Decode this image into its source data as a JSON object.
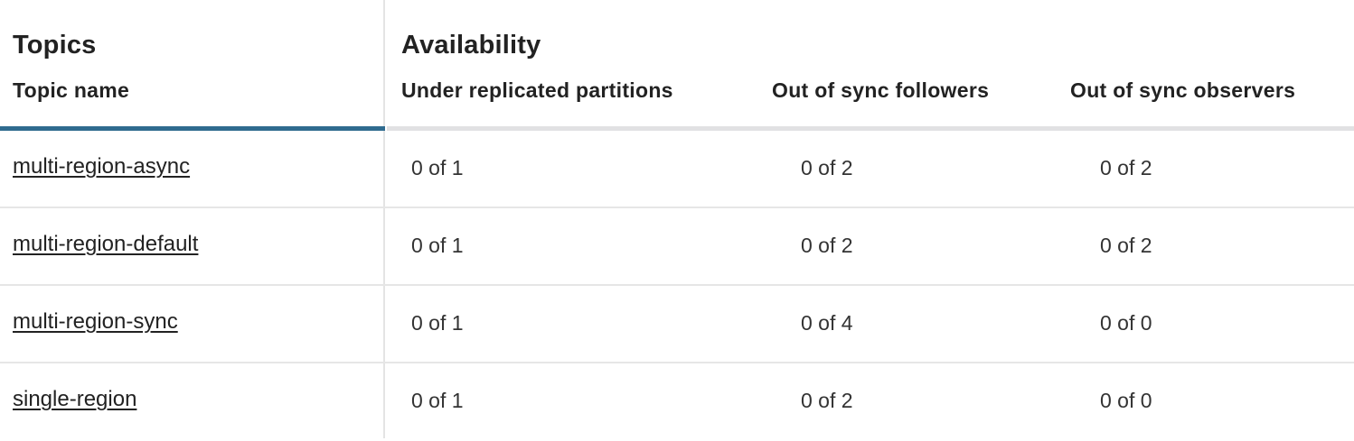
{
  "groups": {
    "topics": "Topics",
    "availability": "Availability"
  },
  "columns": {
    "topic_name": "Topic name",
    "under_replicated": "Under replicated partitions",
    "out_of_sync_followers": "Out of sync followers",
    "out_of_sync_observers": "Out of sync observers"
  },
  "colors": {
    "active_header_underline": "#2f6b8f",
    "header_underline": "#e1e1e3"
  },
  "rows": [
    {
      "name": "multi-region-async",
      "under_replicated": "0 of 1",
      "followers": "0 of 2",
      "observers": "0 of 2"
    },
    {
      "name": "multi-region-default",
      "under_replicated": "0 of 1",
      "followers": "0 of 2",
      "observers": "0 of 2"
    },
    {
      "name": "multi-region-sync",
      "under_replicated": "0 of 1",
      "followers": "0 of 4",
      "observers": "0 of 0"
    },
    {
      "name": "single-region",
      "under_replicated": "0 of 1",
      "followers": "0 of 2",
      "observers": "0 of 0"
    }
  ]
}
